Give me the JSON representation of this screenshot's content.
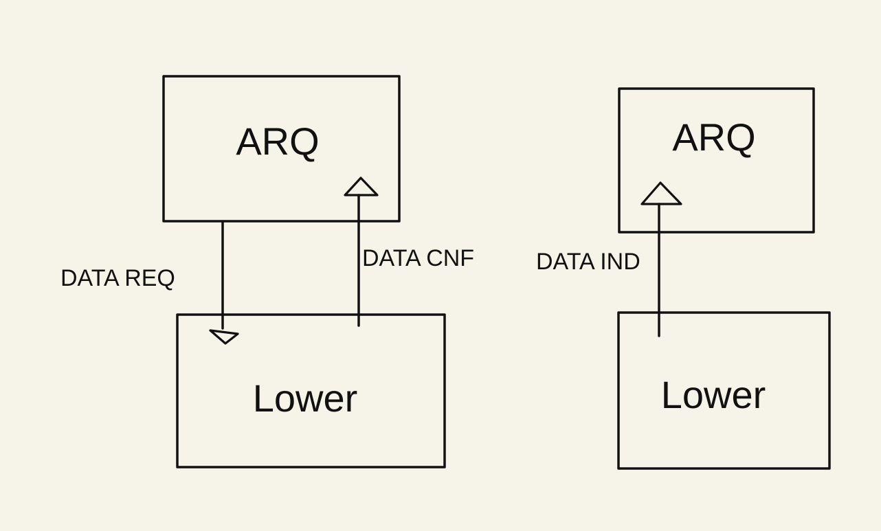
{
  "colors": {
    "background": "#f6f4e9",
    "ink": "#111111"
  },
  "left_stack": {
    "upper_box": {
      "label": "ARQ"
    },
    "lower_box": {
      "label": "Lower"
    },
    "request_arrow": {
      "label": "DATA REQ",
      "direction": "down"
    },
    "confirm_arrow": {
      "label": "DATA CNF",
      "direction": "up"
    }
  },
  "right_stack": {
    "upper_box": {
      "label": "ARQ"
    },
    "lower_box": {
      "label": "Lower"
    },
    "indication_arrow": {
      "label": "DATA IND",
      "direction": "up"
    }
  }
}
